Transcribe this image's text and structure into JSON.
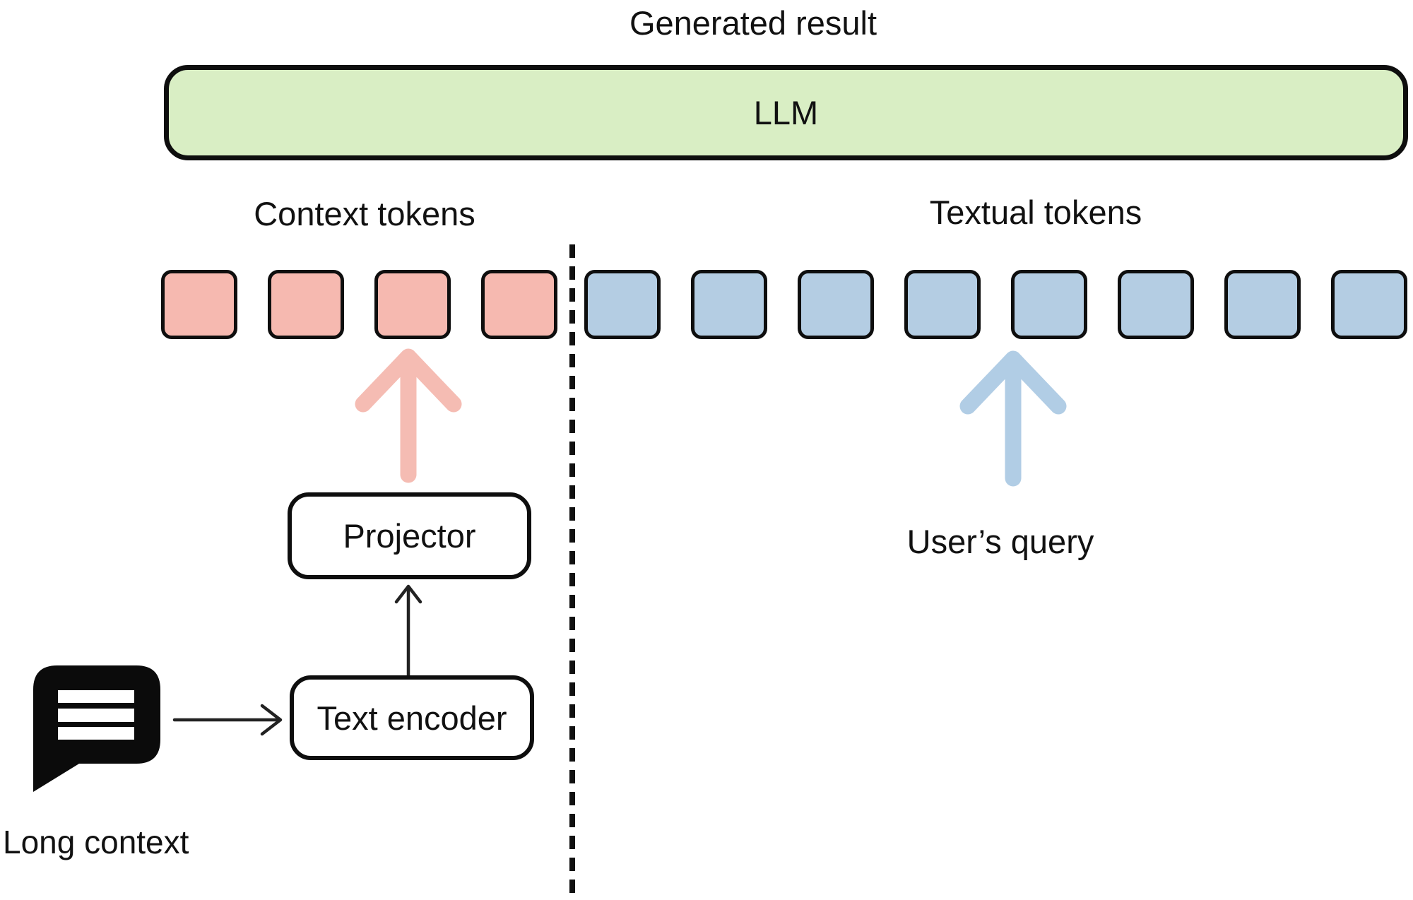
{
  "diagram": {
    "labels": {
      "generated_result": "Generated result",
      "llm": "LLM",
      "context_tokens": "Context tokens",
      "textual_tokens": "Textual tokens",
      "users_query": "User’s query",
      "projector": "Projector",
      "text_encoder": "Text encoder",
      "long_context": "Long context"
    },
    "tokens": {
      "context_count": 4,
      "textual_count": 8
    },
    "icons": {
      "long_context_icon": "chat-bubble-icon",
      "context_tokens_arrow": "thick-arrow-up-icon",
      "users_query_arrow": "thick-arrow-up-icon",
      "encoder_to_projector_arrow": "thin-arrow-up-icon",
      "long_context_to_encoder_arrow": "thin-arrow-right-icon",
      "divider": "dashed-vertical-divider"
    },
    "colors": {
      "llm_fill": "#D9EEC4",
      "context_token_fill": "#F6B9B0",
      "textual_token_fill": "#B4CDE3",
      "context_arrow": "#F5BCB3",
      "textual_arrow": "#B1CDE5",
      "outline": "#0E0E0E",
      "text": "#111111",
      "background": "#FFFFFF"
    }
  }
}
